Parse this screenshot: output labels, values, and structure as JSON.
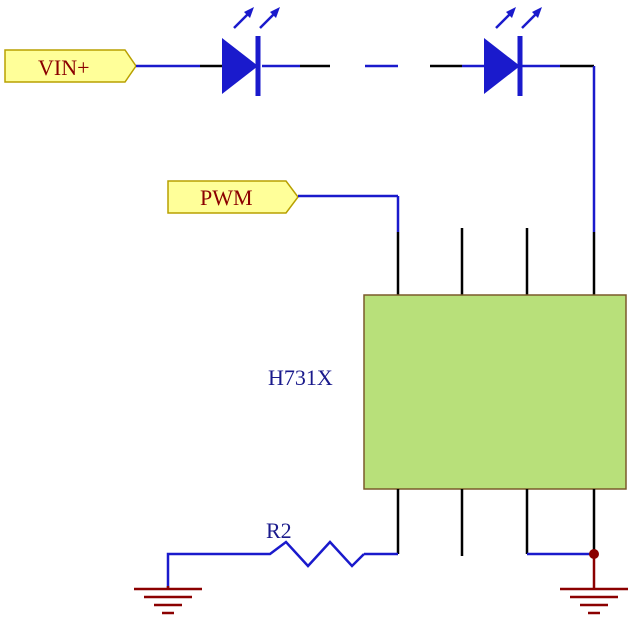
{
  "ports": {
    "vin": {
      "label": "VIN+"
    },
    "pwm": {
      "label": "PWM"
    }
  },
  "ic": {
    "designator": "H731X"
  },
  "resistor": {
    "designator": "R2"
  },
  "colors": {
    "wire_blue": "#1a1acc",
    "pin_black": "#000000",
    "ic_fill": "#b8e07a",
    "port_fill": "#ffff99",
    "ground": "#8b0000"
  }
}
